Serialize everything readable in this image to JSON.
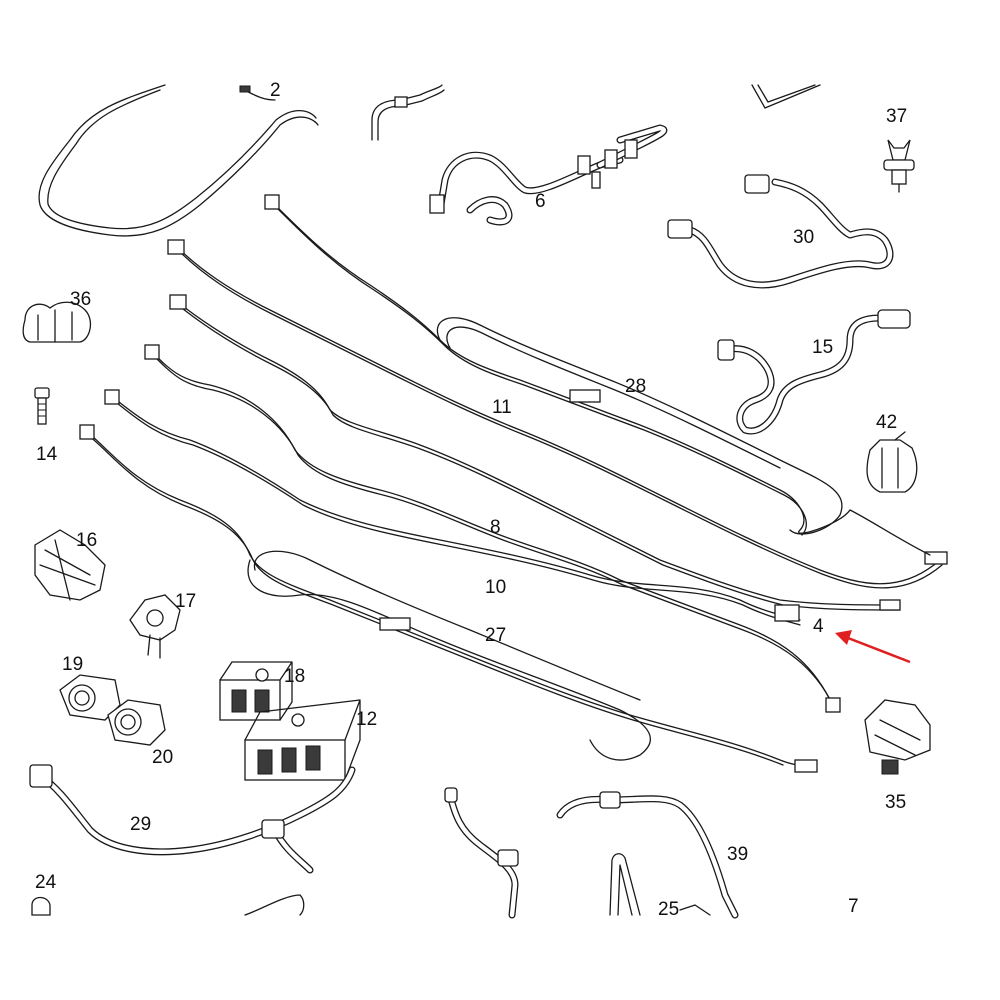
{
  "diagram": {
    "callouts": {
      "c2": "2",
      "c37": "37",
      "c6": "6",
      "c30": "30",
      "c36": "36",
      "c15": "15",
      "c28": "28",
      "c11": "11",
      "c14": "14",
      "c42": "42",
      "c16": "16",
      "c8": "8",
      "c17": "17",
      "c10": "10",
      "c4": "4",
      "c27": "27",
      "c19": "19",
      "c18": "18",
      "c12": "12",
      "c20": "20",
      "c35": "35",
      "c29": "29",
      "c39": "39",
      "c24": "24",
      "c25": "25",
      "c7": "7"
    },
    "highlight_color": "#e02020",
    "line_color": "#1a1a1a"
  }
}
